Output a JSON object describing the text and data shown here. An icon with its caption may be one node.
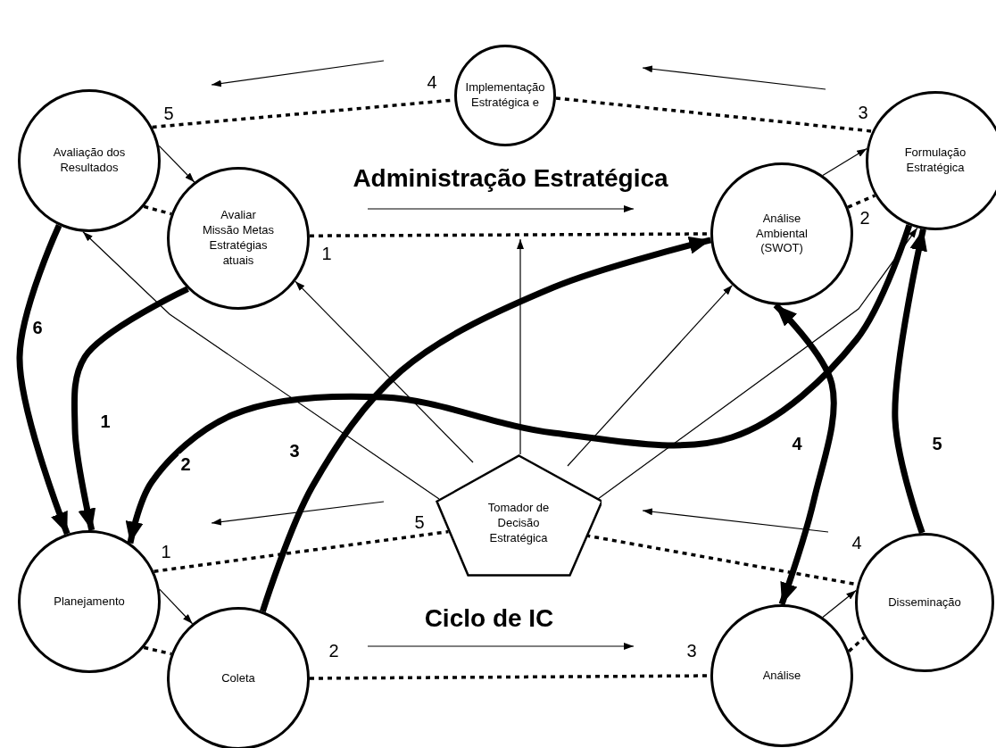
{
  "diagram": {
    "nodes": [
      {
        "text": [
          "Implementação Estratégica e"
        ]
      },
      {
        "text": [
          "Avaliação dos Resultados"
        ]
      },
      {
        "text": [
          "Formulação Estratégica"
        ]
      },
      {
        "text": [
          "Avaliar Missão Metas Estratégias atuais"
        ]
      },
      {
        "text": [
          "Análise Ambiental (SWOT)"
        ]
      },
      {
        "text": [
          "Tomador de Decisão Estratégica"
        ]
      },
      {
        "text": [
          "Planejamento"
        ]
      },
      {
        "text": [
          "Disseminação"
        ]
      },
      {
        "text": [
          "Coleta"
        ]
      },
      {
        "text": [
          "Análise"
        ]
      }
    ],
    "edges": [
      {
        "from": 1,
        "to": 0,
        "arrow": "none",
        "style": "dashed"
      },
      {
        "from": 0,
        "to": 2,
        "arrow": "none",
        "style": "dashed"
      },
      {
        "from": 1,
        "to": 3,
        "arrow": "none",
        "style": "dashed"
      },
      {
        "from": 3,
        "to": 4,
        "arrow": "none",
        "style": "dashed"
      },
      {
        "from": 4,
        "to": 2,
        "arrow": "none",
        "style": "dashed"
      },
      {
        "from": 6,
        "to": 5,
        "arrow": "none",
        "style": "dashed"
      },
      {
        "from": 5,
        "to": 7,
        "arrow": "none",
        "style": "dashed"
      },
      {
        "from": 6,
        "to": 8,
        "arrow": "none",
        "style": "dashed"
      },
      {
        "from": 8,
        "to": 9,
        "arrow": "none",
        "style": "dashed"
      },
      {
        "from": 9,
        "to": 7,
        "arrow": "none",
        "style": "dashed"
      },
      {
        "from": 1,
        "to": 3,
        "arrow": "to"
      },
      {
        "from": 4,
        "to": 2,
        "arrow": "to"
      },
      {
        "from": 6,
        "to": 8,
        "arrow": "to"
      },
      {
        "from": 9,
        "to": 7,
        "arrow": "to"
      },
      {
        "from": 5,
        "to": 1,
        "arrow": "to"
      },
      {
        "from": 5,
        "to": 3,
        "arrow": "to"
      },
      {
        "from": 5,
        "to": null,
        "arrow": "to"
      },
      {
        "from": 5,
        "to": 4,
        "arrow": "to"
      },
      {
        "from": 5,
        "to": 2,
        "arrow": "to"
      },
      {
        "from": 1,
        "to": 6,
        "arrow": "to",
        "style": "thick",
        "label": "6"
      },
      {
        "from": 3,
        "to": 6,
        "arrow": "to",
        "style": "thick",
        "label": "1"
      },
      {
        "from": 2,
        "to": 6,
        "arrow": "to",
        "style": "thick",
        "label": "2"
      },
      {
        "from": 8,
        "to": 4,
        "arrow": "to",
        "style": "thick",
        "label": "3"
      },
      {
        "from": 4,
        "to": 9,
        "arrow": "both",
        "style": "thick",
        "label": "4"
      },
      {
        "from": 7,
        "to": 2,
        "arrow": "to",
        "style": "thick",
        "label": "5"
      }
    ],
    "labels": [
      "4",
      "5",
      "3",
      "Administração Estratégica",
      "2",
      "1",
      "5",
      "4",
      "1",
      "Ciclo de IC",
      "2",
      "3"
    ]
  }
}
